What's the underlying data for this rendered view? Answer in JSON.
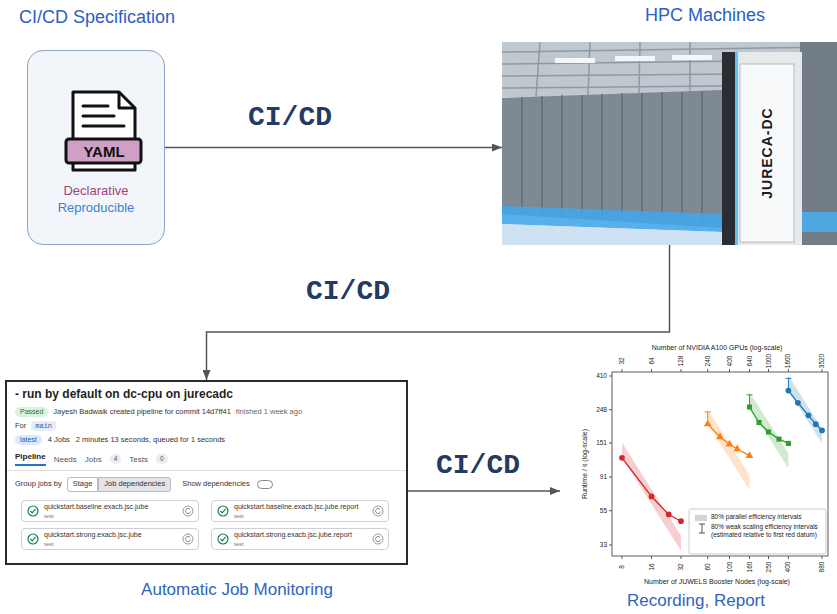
{
  "diagram": {
    "nodes": [
      {
        "text": [
          "CI/CD Specification",
          "YAML",
          "Declarative",
          "Reproducible"
        ]
      },
      {
        "text": [
          "HPC Machines",
          "JURECA-DC"
        ]
      },
      {
        "text": [
          "- run by default on dc-cpu on jurecadc",
          "Passed",
          "Jayesh Badwaik created pipeline for commit 14d7ff41",
          "finished 1 week ago",
          "For",
          "main",
          "latest",
          "4 Jobs",
          "2 minutes 13 seconds, queued for 1 seconds",
          "Pipeline",
          "Needs",
          "Jobs",
          "4",
          "Tests",
          "0",
          "Group jobs by",
          "Stage",
          "Job dependencies",
          "Show dependencies",
          "Automatic Job Monitoring"
        ]
      },
      {
        "text": [
          "quickstart.baseline.exacb.jsc.jube",
          "test"
        ],
        "in": 2
      },
      {
        "text": [
          "quickstart.baseline.exacb.jsc.jube.report",
          "test"
        ],
        "in": 2
      },
      {
        "text": [
          "quickstart.strong.exacb.jsc.jube",
          "test"
        ],
        "in": 2
      },
      {
        "text": [
          "quickstart.strong.exacb.jsc.jube.report",
          "test"
        ],
        "in": 2
      },
      {
        "text": [
          "Recording, Report"
        ]
      }
    ],
    "edges": [
      {
        "from": 0,
        "to": 1,
        "arrow": "to",
        "label": "CI/CD"
      },
      {
        "from": 1,
        "to": 2,
        "arrow": "to",
        "label": "CI/CD"
      },
      {
        "from": 2,
        "to": 7,
        "arrow": "to",
        "label": "CI/CD"
      }
    ],
    "labels": [
      "Number of NVIDIA A100 GPUs (log-scale)",
      "32",
      "64",
      "128",
      "240",
      "400",
      "640",
      "1000",
      "1600",
      "3520",
      "410",
      "248",
      "151",
      "91",
      "55",
      "33",
      "Runtime / s (log-scale)",
      "8",
      "16",
      "32",
      "60",
      "100",
      "160",
      "250",
      "400",
      "880",
      "Number of JUWELS Booster Nodes (log-scale)"
    ],
    "legend": [
      {
        "text": "80% parallel efficiency intervals",
        "color": "#d3d3d3"
      },
      {
        "text": "80% weak scaling efficiency intervals (estimated relative to first red datum)"
      }
    ]
  }
}
